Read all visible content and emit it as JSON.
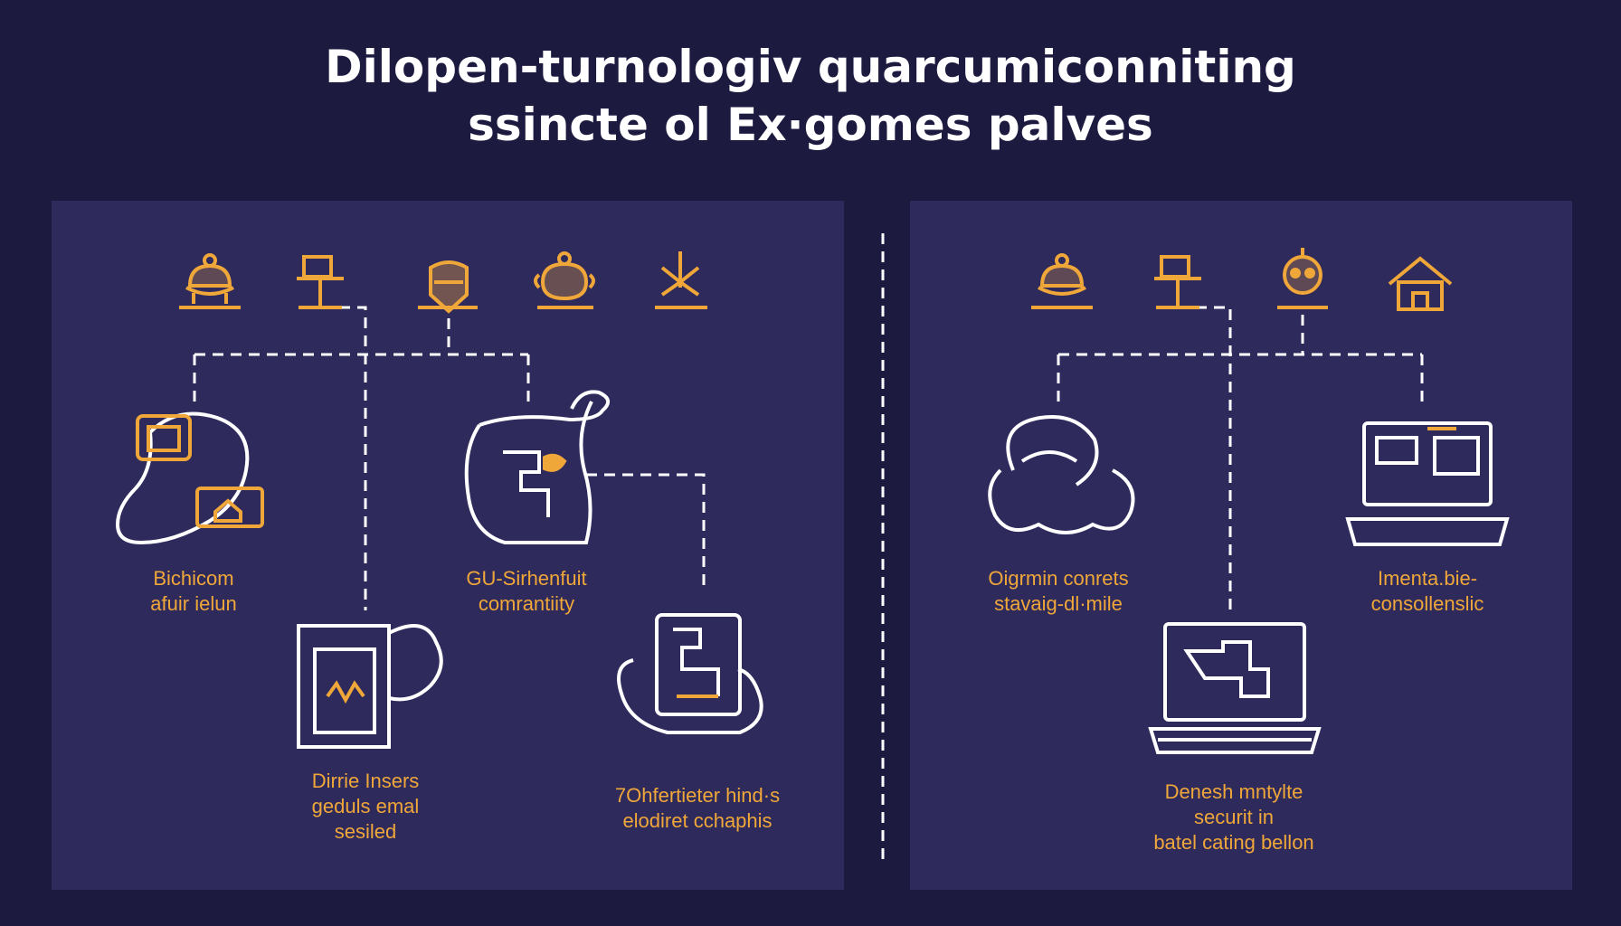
{
  "title": {
    "line1": "Dilopen-turnologiv quarcumiconniting",
    "line2": "ssincte ol Ex·gomes palves"
  },
  "colors": {
    "background": "#1d1a40",
    "panel": "#2e2a5c",
    "accent": "#f0a73a",
    "line": "#ffffff"
  },
  "left_panel": {
    "top_icons": [
      "lantern-icon",
      "desk-icon",
      "shield-icon",
      "pot-icon",
      "antenna-icon"
    ],
    "nodes": [
      {
        "icon": "phone-badge-icon",
        "lines": [
          "Bichicom",
          "afuir ielun"
        ]
      },
      {
        "icon": "scroll-icon",
        "lines": [
          "GU-Sirhenfuit",
          "comrantiity"
        ]
      },
      {
        "icon": "monitor-wave-icon",
        "lines": [
          "Dirrie Insers",
          "geduls emal",
          "sesiled"
        ]
      },
      {
        "icon": "blueprint-icon",
        "lines": [
          "7Ohfertieter hind·s",
          "elodiret cchaphis"
        ]
      }
    ]
  },
  "right_panel": {
    "top_icons": [
      "lantern-icon",
      "desk-icon",
      "robot-icon",
      "house-icon"
    ],
    "nodes": [
      {
        "icon": "cloud-person-icon",
        "lines": [
          "Oigrmin conrets",
          "stavaig-dl·mile"
        ]
      },
      {
        "icon": "laptop-icon",
        "lines": [
          "Imenta.bie-",
          "consollenslic"
        ]
      },
      {
        "icon": "laptop-map-icon",
        "lines": [
          "Denesh mntylte",
          "securit in",
          "batel cating bellon"
        ]
      }
    ]
  }
}
